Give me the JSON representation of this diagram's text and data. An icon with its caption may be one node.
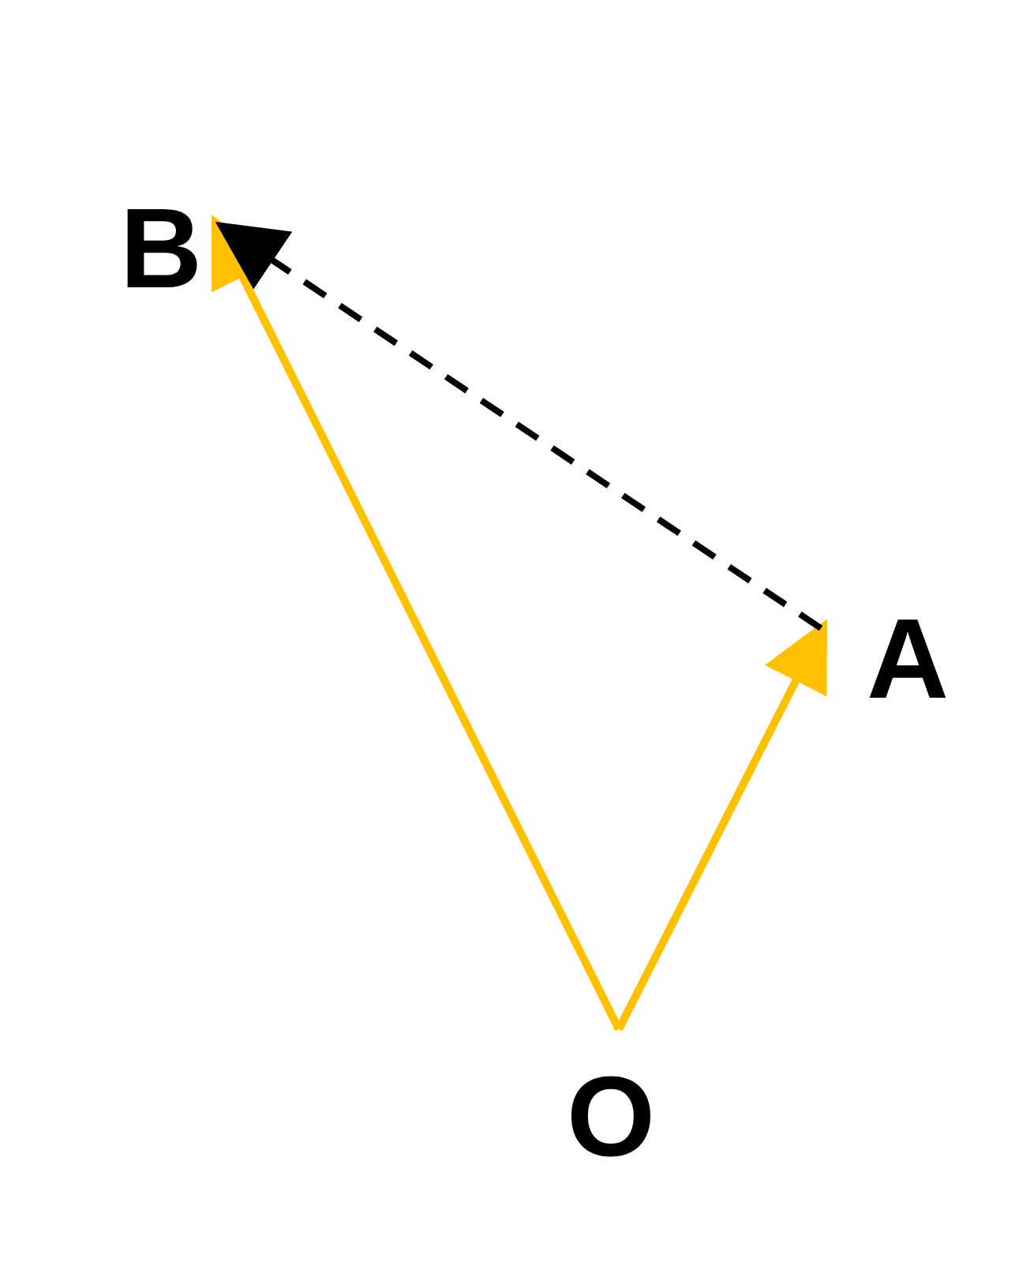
{
  "diagram": {
    "nodes": [
      {
        "text": [
          "B"
        ]
      },
      {
        "text": [
          "A"
        ]
      },
      {
        "text": [
          "O"
        ]
      }
    ],
    "edges": [
      {
        "from": 2,
        "to": 1,
        "arrow": "to"
      },
      {
        "from": 2,
        "to": 0,
        "arrow": "to"
      },
      {
        "from": 1,
        "to": 0,
        "arrow": "to",
        "style": "dashed",
        "color": "#000000"
      }
    ]
  }
}
